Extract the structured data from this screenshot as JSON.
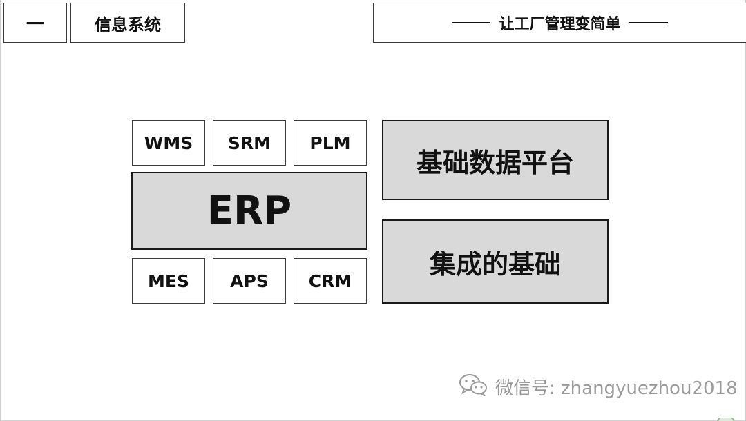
{
  "header": {
    "section_number": "一",
    "section_title": "信息系统",
    "slogan": "让工厂管理变简单"
  },
  "diagram": {
    "top_modules": [
      "WMS",
      "SRM",
      "PLM"
    ],
    "core": "ERP",
    "bottom_modules": [
      "MES",
      "APS",
      "CRM"
    ],
    "right_boxes": [
      "基础数据平台",
      "集成的基础"
    ]
  },
  "colors": {
    "box_fill": "#d9d9d9",
    "border": "#1a1a1a",
    "text": "#111111",
    "watermark": "#9a9a9a"
  },
  "watermark": {
    "icon": "wechat-icon",
    "text": "微信号: zhangyuezhou2018"
  }
}
